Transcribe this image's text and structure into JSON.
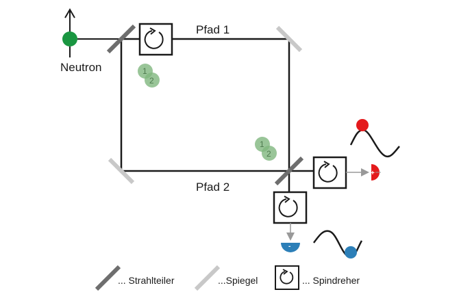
{
  "labels": {
    "neutron": "Neutron",
    "path1": "Pfad 1",
    "path2": "Pfad 2"
  },
  "markers": {
    "one": "1",
    "two": "2"
  },
  "detectors": {
    "plus": "+",
    "minus": "-"
  },
  "legend": {
    "beamsplitter": "... Strahlteiler",
    "mirror": "...Spiegel",
    "spinrotator": "... Spindreher"
  },
  "colors": {
    "neutron": "#1a9641",
    "beamsplitter": "#6e6e6e",
    "mirror": "#c8c8c8",
    "red_detector": "#e41a1c",
    "blue_detector": "#2c7fb8",
    "marker_green": "#7fb77e"
  },
  "icons": {
    "spinrotator": "circular-arrow-icon"
  }
}
